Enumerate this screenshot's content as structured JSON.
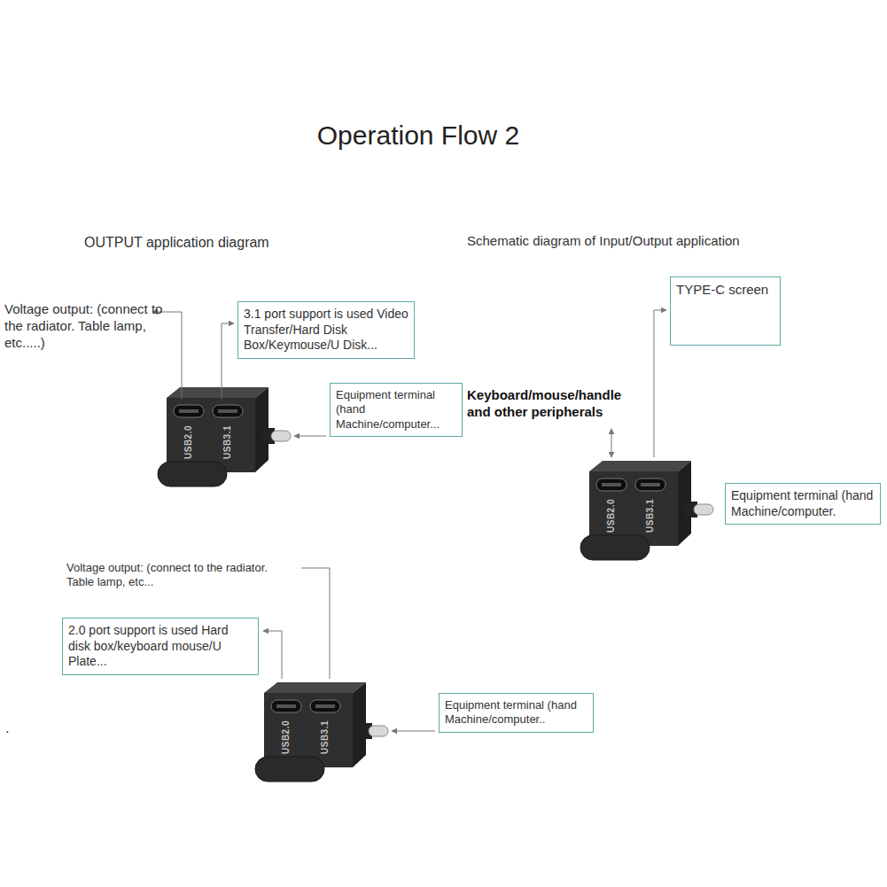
{
  "diagram": {
    "title": "Operation Flow 2",
    "nodes": [
      {
        "text": [
          "3.1 port support is used Video Transfer/Hard Disk Box/Keymouse/U Disk..."
        ]
      },
      {
        "text": [
          "Equipment terminal (hand Machine/computer..."
        ]
      },
      {
        "text": [
          "TYPE-C screen"
        ]
      },
      {
        "text": [
          "Equipment terminal (hand Machine/computer."
        ]
      },
      {
        "text": [
          "2.0 port support is used Hard disk box/keyboard mouse/U Plate..."
        ]
      },
      {
        "text": [
          "Equipment terminal (hand Machine/computer.."
        ]
      }
    ],
    "labels": [
      "OUTPUT application diagram",
      "Schematic diagram of Input/Output application",
      "Voltage output: (connect to the radiator. Table lamp, etc.....)",
      "Keyboard/mouse/handle and other peripherals",
      "USB2.0",
      "USB3.1",
      "USB2.0",
      "USB3.1",
      "Voltage output: (connect to the radiator. Table lamp, etc...",
      "USB2.0",
      "USB3.1",
      "."
    ]
  }
}
